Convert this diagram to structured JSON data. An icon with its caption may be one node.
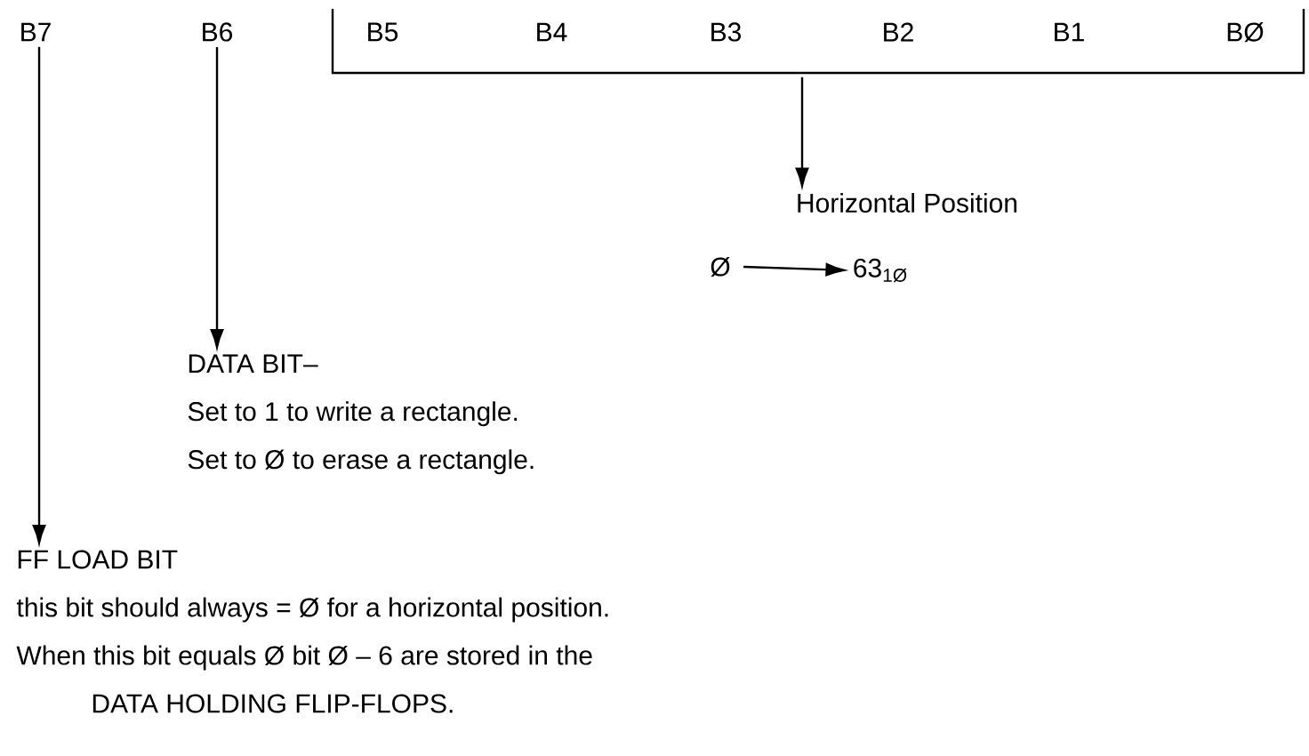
{
  "diagram": {
    "nodes": [
      {
        "text": [
          "B7"
        ]
      },
      {
        "text": [
          "B6"
        ]
      },
      {
        "text": [
          "B5",
          "B4",
          "B3",
          "B2",
          "B1",
          "BØ"
        ]
      },
      {
        "text": [
          "Horizontal Position"
        ]
      },
      {
        "text": [
          "Ø"
        ]
      },
      {
        "text": [
          "63$_{1Ø}$"
        ]
      },
      {
        "text": [
          "DATA BIT–",
          "Set to 1 to write a rectangle.",
          "Set to Ø to erase a rectangle."
        ]
      },
      {
        "text": [
          "FF LOAD BIT",
          "this bit should always = Ø for a horizontal position.",
          "When this bit equals Ø bit Ø – 6 are stored in the",
          "DATA HOLDING FLIP-FLOPS."
        ]
      }
    ],
    "edges": [
      {
        "from": 2,
        "to": 3,
        "arrow": "to"
      },
      {
        "from": 4,
        "to": 5,
        "arrow": "to"
      },
      {
        "from": 1,
        "to": 6,
        "arrow": "to"
      },
      {
        "from": 0,
        "to": 7,
        "arrow": "to"
      }
    ]
  }
}
